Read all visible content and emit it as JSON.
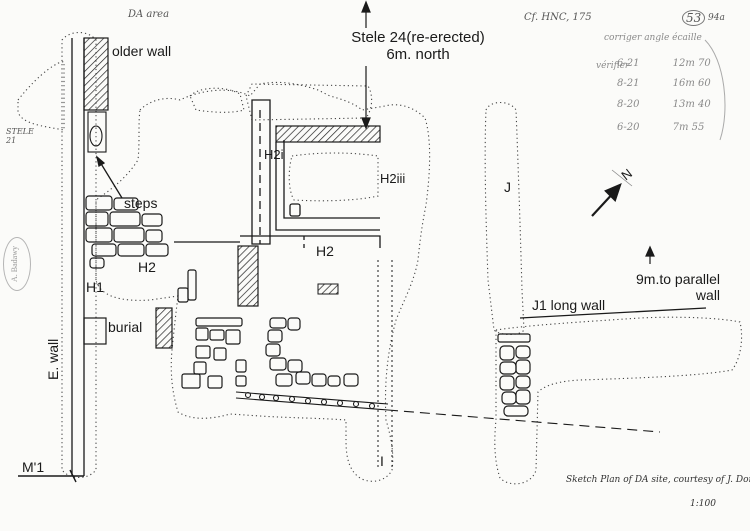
{
  "header": {
    "top_left_note": "DA area",
    "ref_note": "Cf. HNC, 175",
    "page_number": "53",
    "page_suffix": "94a"
  },
  "scale_note": {
    "title": "corriger angle écaille",
    "verify_label": "vérifier",
    "rows": [
      {
        "pair": "6-21",
        "value": "12m 70"
      },
      {
        "pair": "8-21",
        "value": "16m 60"
      },
      {
        "pair": "8-20",
        "value": "13m 40"
      },
      {
        "pair": "6-20",
        "value": "7m 55"
      }
    ]
  },
  "labels": {
    "stele24_line1": "Stele 24(re-erected)",
    "stele24_line2": "6m. north",
    "older_wall": "older wall",
    "stele21": "STELE 21",
    "steps": "steps",
    "h2i": "H2i",
    "h2iii": "H2iii",
    "h2_upper": "H2",
    "h2_lower": "H2",
    "h1": "H1",
    "burial": "burial",
    "e_wall": "E. wall",
    "m1": "M'1",
    "j": "J",
    "j1_long_wall": "J1 long wall",
    "parallel_line1": "9m.to parallel",
    "parallel_line2": "wall",
    "north": "N",
    "i": "I",
    "edge_stamp": "A. Badawy"
  },
  "footer": {
    "caption": "Sketch Plan of DA site, courtesy of J. Dorese",
    "scale": "1:100"
  }
}
